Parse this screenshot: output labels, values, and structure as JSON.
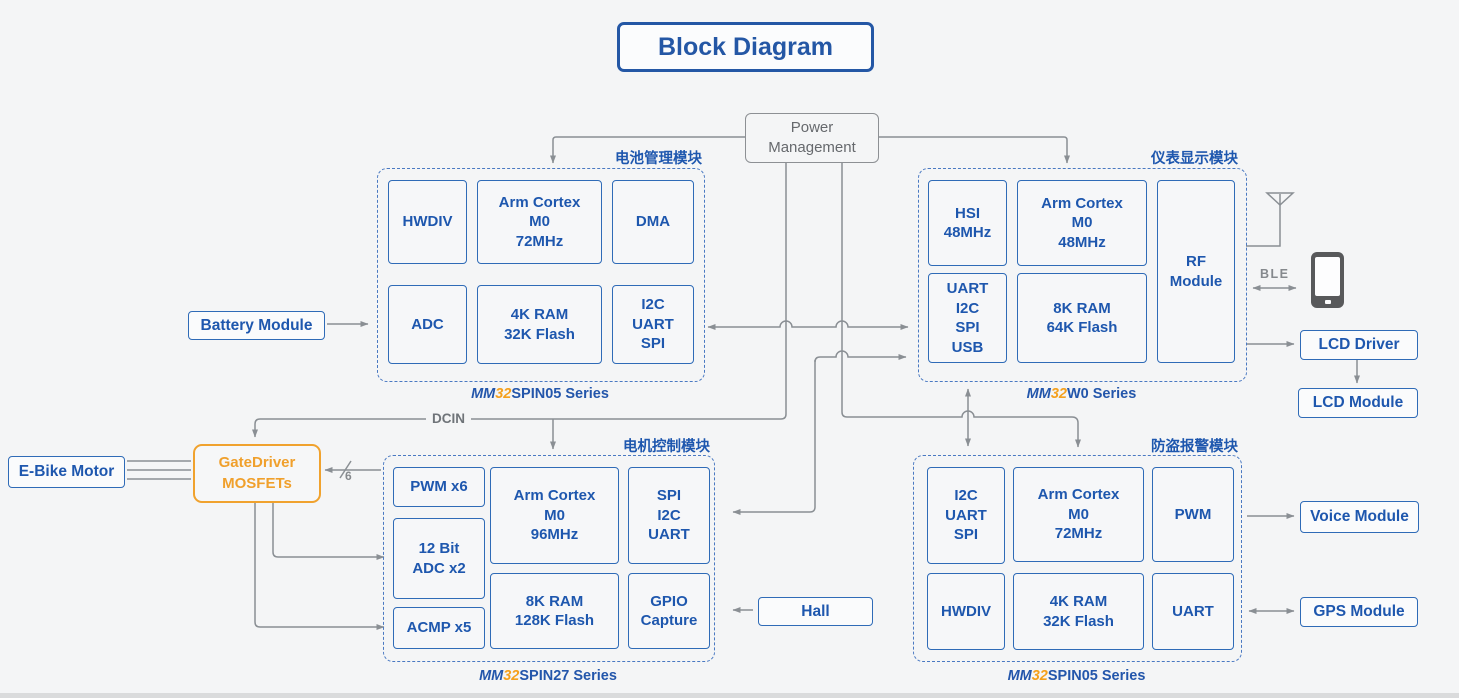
{
  "title": "Block Diagram",
  "power_management": "Power\nManagement",
  "colors": {
    "accent_blue": "#1e57ae",
    "accent_orange": "#f5a01c",
    "line_gray": "#8a8f94",
    "background": "#f4f5f6"
  },
  "groups": {
    "battery": {
      "label": "电池管理模块",
      "series": {
        "mm": "MM",
        "num": "32",
        "rest": "SPIN05 Series"
      },
      "blocks": [
        "HWDIV",
        "Arm Cortex\nM0\n72MHz",
        "DMA",
        "ADC",
        "4K RAM\n32K Flash",
        "I2C\nUART\nSPI"
      ]
    },
    "display": {
      "label": "仪表显示模块",
      "series": {
        "mm": "MM",
        "num": "32",
        "rest": "W0 Series"
      },
      "blocks": [
        "HSI\n48MHz",
        "Arm Cortex\nM0\n48MHz",
        "RF\nModule",
        "UART\nI2C\nSPI\nUSB",
        "8K RAM\n64K Flash"
      ]
    },
    "motor": {
      "label": "电机控制模块",
      "series": {
        "mm": "MM",
        "num": "32",
        "rest": "SPIN27 Series"
      },
      "blocks": [
        "PWM x6",
        "12 Bit\nADC x2",
        "ACMP x5",
        "Arm Cortex\nM0\n96MHz",
        "8K RAM\n128K Flash",
        "SPI\nI2C\nUART",
        "GPIO\nCapture"
      ]
    },
    "alarm": {
      "label": "防盗报警模块",
      "series": {
        "mm": "MM",
        "num": "32",
        "rest": "SPIN05 Series"
      },
      "blocks": [
        "I2C\nUART\nSPI",
        "Arm Cortex\nM0\n72MHz",
        "PWM",
        "HWDIV",
        "4K RAM\n32K Flash",
        "UART"
      ]
    }
  },
  "peripherals": {
    "battery_module": "Battery Module",
    "ebike_motor": "E-Bike Motor",
    "gatedriver": "GateDriver\nMOSFETs",
    "hall": "Hall",
    "lcd_driver": "LCD Driver",
    "lcd_module": "LCD Module",
    "voice_module": "Voice Module",
    "gps_module": "GPS Module"
  },
  "annotations": {
    "dcin": "DCIN",
    "ble": "BLE",
    "wire_count": "6"
  },
  "icons": {
    "antenna": "antenna-icon",
    "phone": "smartphone-icon"
  }
}
